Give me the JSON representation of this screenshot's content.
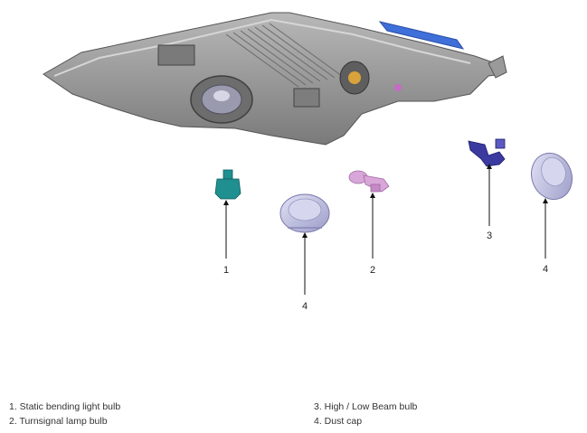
{
  "callouts": {
    "static_bending_bulb": "1",
    "turnsignal_bulb": "2",
    "high_low_bulb": "3",
    "dust_cap_left": "4",
    "dust_cap_right": "4"
  },
  "legend": {
    "left": [
      "1. Static bending light bulb",
      "2. Turnsignal lamp bulb"
    ],
    "right": [
      "3. High / Low Beam bulb",
      "4. Dust cap"
    ]
  },
  "colors": {
    "housing": "#8e8e8e",
    "housing_dark": "#5f5f5f",
    "bulb_teal": "#1f8f8f",
    "bulb_pink": "#d9a6d9",
    "bulb_blue": "#3a3aa0",
    "cap_lavender": "#c4c4e6",
    "indicator_blue": "#3f6fd9"
  }
}
